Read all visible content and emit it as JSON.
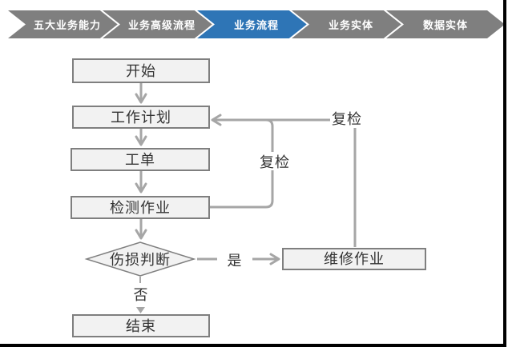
{
  "page": {
    "background": "#ffffff"
  },
  "nav": {
    "active_color": "#2e75b6",
    "inactive_color": "#7f7f7f",
    "text_color": "#ffffff",
    "items": [
      {
        "label": "五大业务能力",
        "active": false
      },
      {
        "label": "业务高级流程",
        "active": false
      },
      {
        "label": "业务流程",
        "active": true
      },
      {
        "label": "业务实体",
        "active": false
      },
      {
        "label": "数据实体",
        "active": false
      }
    ]
  },
  "flowchart": {
    "colors": {
      "node_fill": "#f2f2f2",
      "node_border": "#7f7f7f",
      "connector": "#a6a6a6",
      "text": "#333333"
    },
    "nodes": {
      "start": {
        "label": "开始",
        "type": "process"
      },
      "plan": {
        "label": "工作计划",
        "type": "process"
      },
      "order": {
        "label": "工单",
        "type": "process"
      },
      "inspect": {
        "label": "检测作业",
        "type": "process"
      },
      "decision": {
        "label": "伤损判断",
        "type": "decision"
      },
      "repair": {
        "label": "维修作业",
        "type": "process"
      },
      "end": {
        "label": "结束",
        "type": "process"
      }
    },
    "edge_labels": {
      "yes": "是",
      "no": "否",
      "recheck": "复检"
    },
    "edges": [
      "开始 → 工作计划",
      "工作计划 → 工单",
      "工单 → 检测作业",
      "检测作业 → 伤损判断",
      "伤损判断 —是→ 维修作业",
      "伤损判断 —否→ 结束",
      "检测作业 —复检→ 工作计划",
      "维修作业 —复检→ 工作计划"
    ]
  }
}
